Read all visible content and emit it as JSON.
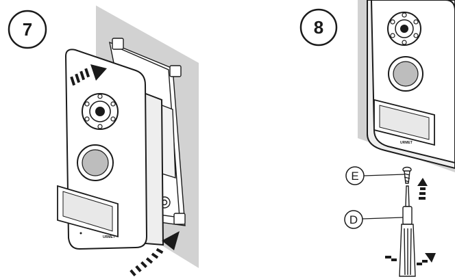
{
  "steps": [
    {
      "number": "7"
    },
    {
      "number": "8"
    }
  ],
  "callouts": [
    {
      "label": "E"
    },
    {
      "label": "D"
    }
  ],
  "brand_mark": "URMET",
  "colors": {
    "wall": "#d2d2d2",
    "line": "#1a1a1a",
    "device_fill": "#ffffff",
    "arrow": "#1a1a1a"
  }
}
